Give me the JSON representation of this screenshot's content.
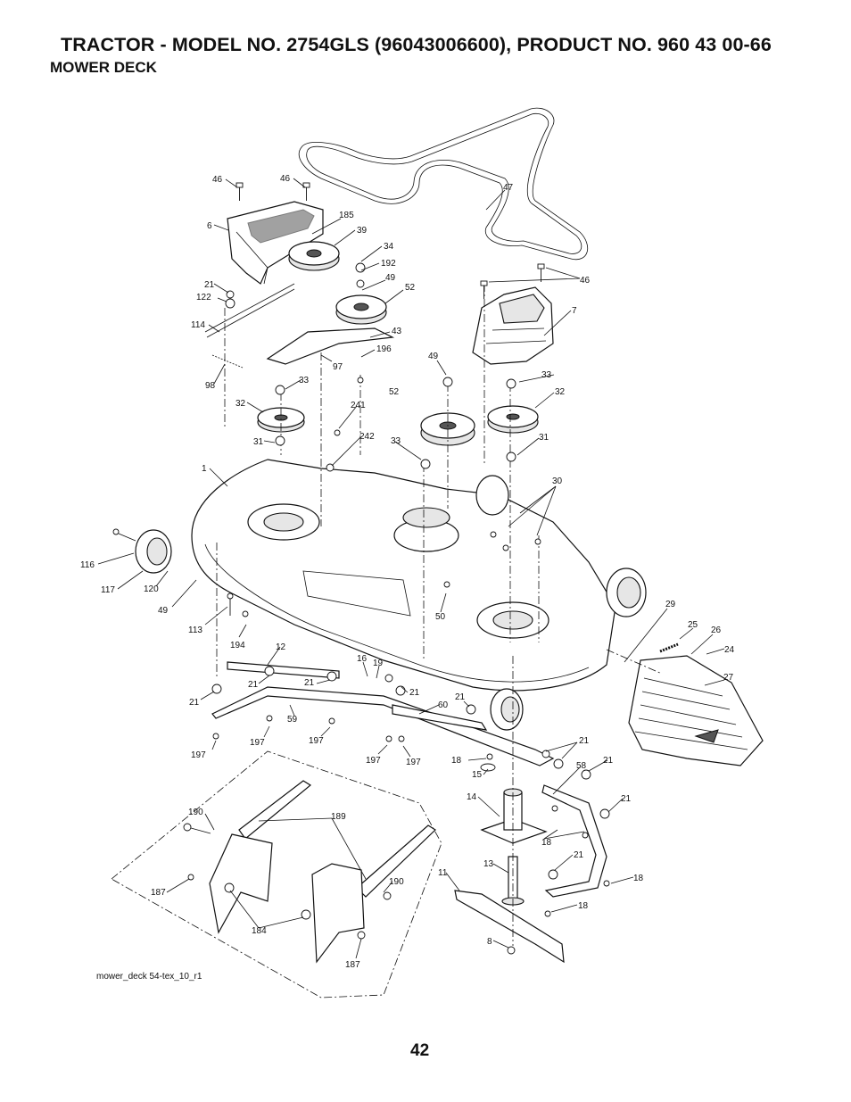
{
  "header": {
    "title": "TRACTOR - MODEL NO. 2754GLS (96043006600), PRODUCT NO. 960 43 00-66",
    "subtitle": "MOWER DECK"
  },
  "diagram": {
    "caption": "mower_deck 54-tex_10_r1",
    "callouts": [
      "46",
      "46",
      "185",
      "6",
      "39",
      "34",
      "192",
      "49",
      "52",
      "21",
      "122",
      "114",
      "43",
      "196",
      "97",
      "98",
      "33",
      "32",
      "241",
      "242",
      "31",
      "1",
      "47",
      "46",
      "7",
      "49",
      "33",
      "32",
      "52",
      "33",
      "31",
      "30",
      "116",
      "117",
      "120",
      "49",
      "113",
      "194",
      "12",
      "50",
      "29",
      "25",
      "26",
      "24",
      "27",
      "16",
      "19",
      "21",
      "21",
      "21",
      "21",
      "21",
      "60",
      "59",
      "197",
      "197",
      "197",
      "197",
      "197",
      "18",
      "15",
      "14",
      "21",
      "58",
      "21",
      "21",
      "18",
      "190",
      "189",
      "21",
      "11",
      "13",
      "18",
      "18",
      "187",
      "190",
      "184",
      "8",
      "187"
    ]
  },
  "footer": {
    "page_number": "42"
  }
}
